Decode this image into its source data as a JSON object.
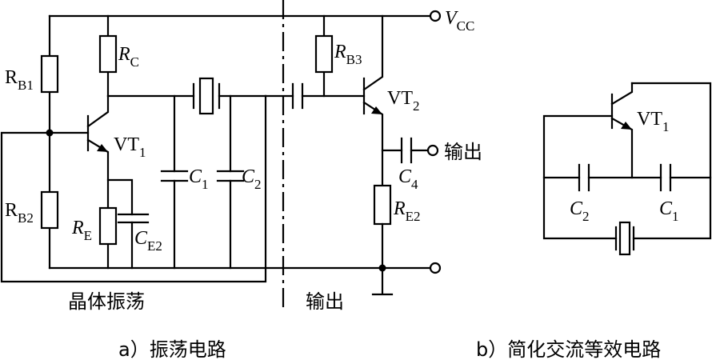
{
  "panel_a": {
    "caption": "a）振荡电路",
    "labels": {
      "rb1": "R",
      "rb1_sub": "B1",
      "rb2": "R",
      "rb2_sub": "B2",
      "rc": "R",
      "rc_sub": "C",
      "re": "R",
      "re_sub": "E",
      "ce2": "C",
      "ce2_sub": "E2",
      "c1": "C",
      "c1_sub": "1",
      "c2": "C",
      "c2_sub": "2",
      "vt1": "VT",
      "vt1_sub": "1",
      "rb3": "R",
      "rb3_sub": "B3",
      "vt2": "VT",
      "vt2_sub": "2",
      "c4": "C",
      "c4_sub": "4",
      "re2": "R",
      "re2_sub": "E2",
      "vcc": "V",
      "vcc_sub": "CC",
      "output_right": "输出",
      "crystal_section": "晶体振荡",
      "output_section": "输出"
    }
  },
  "panel_b": {
    "caption": "b）简化交流等效电路",
    "labels": {
      "vt1": "VT",
      "vt1_sub": "1",
      "c2": "C",
      "c2_sub": "2",
      "c1": "C",
      "c1_sub": "1"
    }
  }
}
